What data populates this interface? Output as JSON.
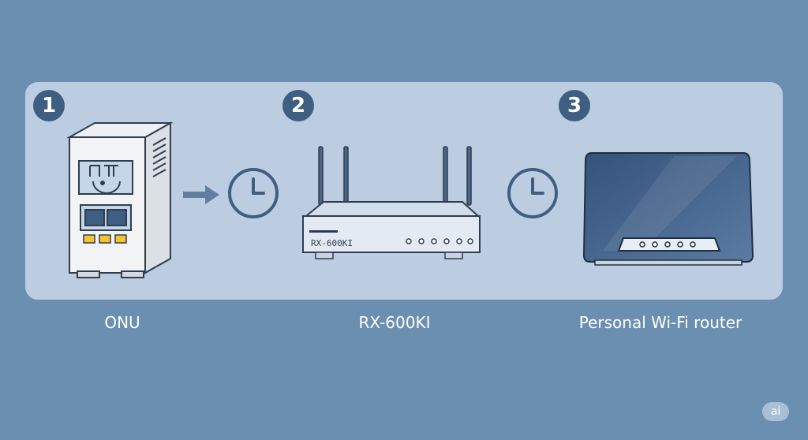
{
  "steps": [
    {
      "number": "1",
      "label": "ONU"
    },
    {
      "number": "2",
      "label": "RX-600KI"
    },
    {
      "number": "3",
      "label": "Personal Wi-Fi router"
    }
  ],
  "devices": {
    "router": {
      "model_text": "RX-600KI"
    }
  },
  "icons": [
    "arrow-right-icon",
    "clock-icon",
    "clock-icon"
  ],
  "watermark": "ai",
  "colors": {
    "background": "#6b8fb0",
    "panel": "#bccde2",
    "badge": "#3e5f81",
    "icon_stroke": "#3e5f81"
  }
}
